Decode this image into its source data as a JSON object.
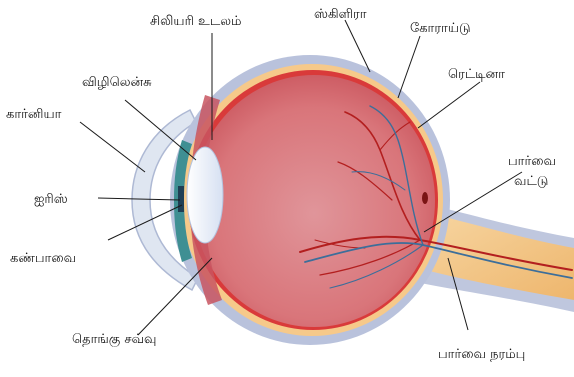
{
  "labels": {
    "ciliary_body": "சிலியரி உடலம்",
    "sclera": "ஸ்கிளிரா",
    "choroid": "கோராய்டு",
    "lens": "விழிலென்சு",
    "cornea": "கார்னியா",
    "retina": "ரெட்டினா",
    "iris": "ஐரிஸ்",
    "blind_spot_line1": "பார்வை",
    "blind_spot_line2": "வட்டு",
    "pupil": "கண்பாவை",
    "suspensory_ligament": "தொங்கு சவ்வு",
    "optic_nerve": "பார்வை நரம்பு"
  },
  "colors": {
    "sclera": "#b9c2dc",
    "choroid": "#f6c98a",
    "retina": "#d93a3a",
    "vitreous": "#d9757a",
    "cornea": "#dfe6f1",
    "iris": "#3f8f93",
    "lens": "#f4f8ff",
    "artery": "#b31f1f",
    "vein": "#3c6e9a",
    "optic_nerve": "#f4c98b",
    "leader_line": "#1a1a1a"
  }
}
